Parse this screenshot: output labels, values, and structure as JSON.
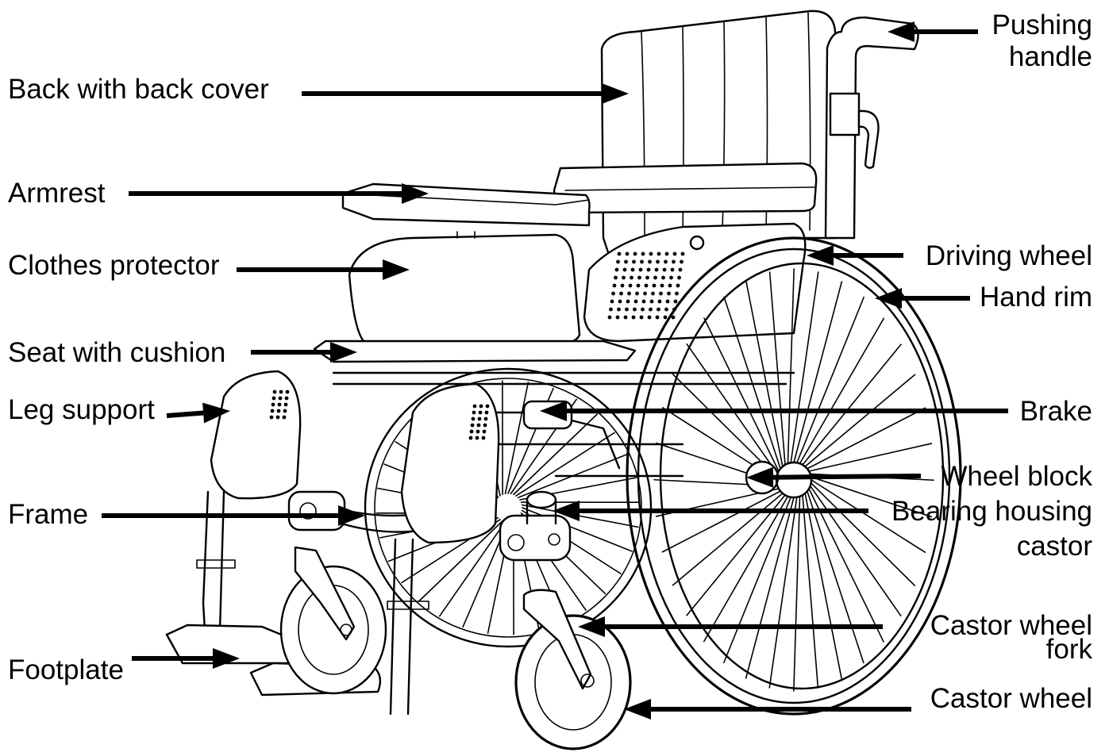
{
  "diagram": {
    "labels": {
      "pushing_handle": [
        "Pushing",
        "handle"
      ],
      "back": "Back with back cover",
      "armrest": "Armrest",
      "clothes_protector": "Clothes protector",
      "seat": "Seat with cushion",
      "leg_support": "Leg support",
      "frame": "Frame",
      "footplate": "Footplate",
      "driving_wheel": "Driving wheel",
      "hand_rim": "Hand rim",
      "brake": "Brake",
      "wheel_block": "Wheel block",
      "bearing_housing": [
        "Bearing housing",
        "castor"
      ],
      "castor_fork": [
        "Castor wheel",
        "fork"
      ],
      "castor_wheel": "Castor wheel"
    }
  }
}
